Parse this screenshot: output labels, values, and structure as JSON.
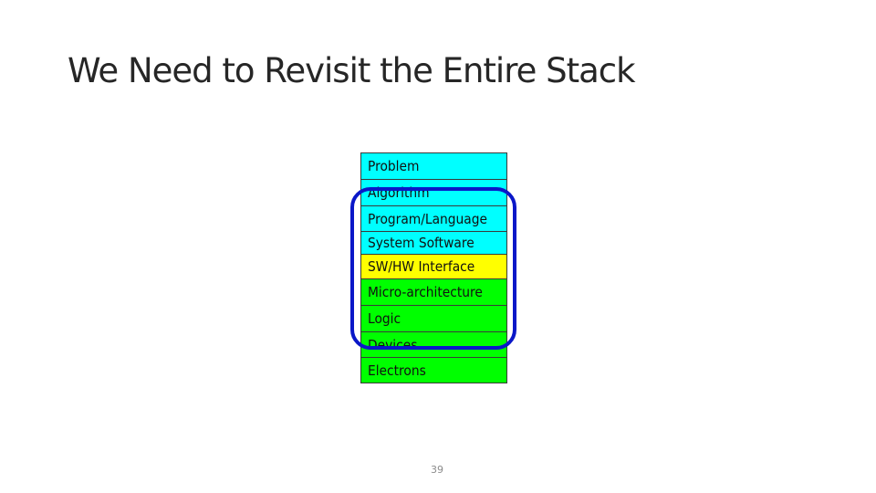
{
  "slide": {
    "title": "We Need to Revisit the Entire Stack",
    "page_number": "39"
  },
  "stack": {
    "layers": [
      {
        "label": "Problem",
        "color": "#00ffff"
      },
      {
        "label": "Algorithm",
        "color": "#00ffff"
      },
      {
        "label": "Program/Language",
        "color": "#00ffff"
      },
      {
        "label": "System Software",
        "color": "#00ffff"
      },
      {
        "label": "SW/HW Interface",
        "color": "#ffff00"
      },
      {
        "label": "Micro-architecture",
        "color": "#00ff00"
      },
      {
        "label": "Logic",
        "color": "#00ff00"
      },
      {
        "label": "Devices",
        "color": "#00ff00"
      },
      {
        "label": "Electrons",
        "color": "#00ff00"
      }
    ],
    "highlight_color": "#0a17c8"
  }
}
